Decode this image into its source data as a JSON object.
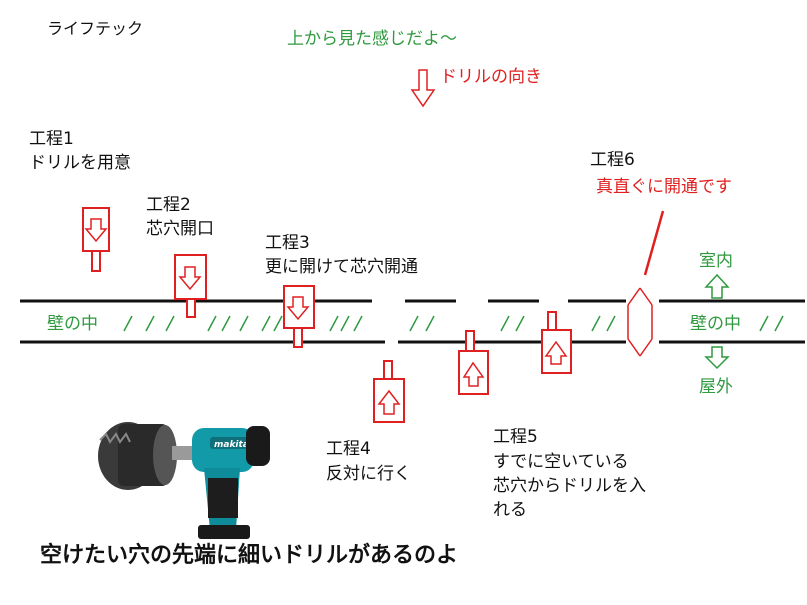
{
  "brand": "ライフテック",
  "caption_top": "上から見た感じだよ～",
  "drill_direction": "ドリルの向き",
  "steps": [
    {
      "title": "工程1",
      "desc": "ドリルを用意"
    },
    {
      "title": "工程2",
      "desc": "芯穴開口"
    },
    {
      "title": "工程3",
      "desc": "更に開けて芯穴開通"
    },
    {
      "title": "工程4",
      "desc": "反対に行く"
    },
    {
      "title": "工程5",
      "desc_lines": [
        "すでに空いている",
        "芯穴からドリルを入",
        "れる"
      ]
    },
    {
      "title": "工程6",
      "desc": "真直ぐに開通です"
    }
  ],
  "wall_label_left": "壁の中",
  "wall_label_right": "壁の中",
  "indoor": "室内",
  "outdoor": "屋外",
  "bottom_caption": "空けたい穴の先端に細いドリルがあるのよ",
  "colors": {
    "green": "#2f9a3f",
    "red": "#e02020",
    "line": "#111111"
  },
  "tool_image": "hole-saw-drill-photo",
  "tool_brand": "makita"
}
